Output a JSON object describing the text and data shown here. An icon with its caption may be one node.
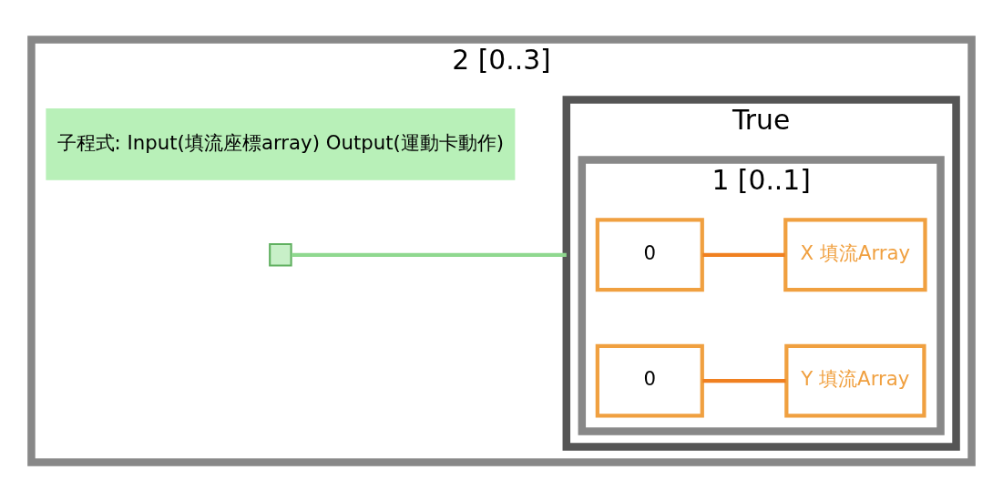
{
  "diagram": {
    "nodes": [
      {
        "text": [
          "2 [0..3]"
        ]
      },
      {
        "text": [
          "子程式: Input(填流座標array) Output(運動卡動作)"
        ],
        "in": 0
      },
      {
        "text": [
          "True"
        ],
        "in": 0
      },
      {
        "text": [
          "1 [0..1]"
        ],
        "in": 2
      },
      {
        "text": [
          "0"
        ],
        "in": 3
      },
      {
        "text": [
          "0"
        ],
        "in": 3
      },
      {
        "text": [
          "X 填流Array"
        ],
        "in": 3
      },
      {
        "text": [
          "Y 填流Array"
        ],
        "in": 3
      },
      {
        "text": [],
        "shape": "box",
        "in": 0
      }
    ],
    "edges": [
      {
        "from": 4,
        "to": 6,
        "arrow": "none"
      },
      {
        "from": 5,
        "to": 7,
        "arrow": "none"
      },
      {
        "from": 8,
        "to": 2,
        "arrow": "none",
        "color": "#8fd88f"
      }
    ]
  }
}
